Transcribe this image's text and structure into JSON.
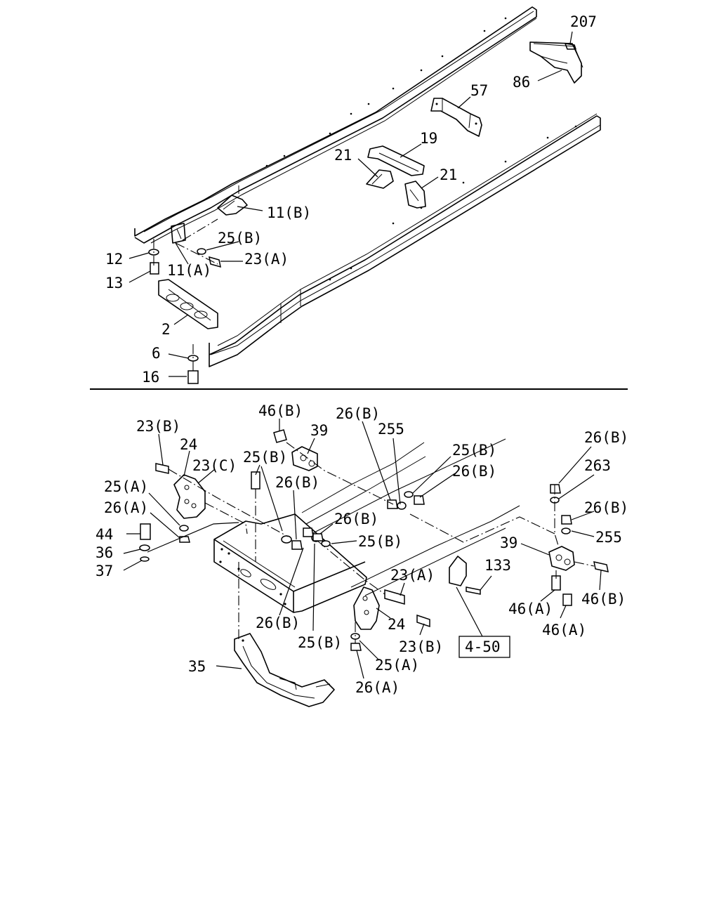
{
  "upper_callouts": [
    "207",
    "86",
    "57",
    "19",
    "21",
    "21",
    "11(B)",
    "25(B)",
    "23(A)",
    "12",
    "11(A)",
    "13",
    "2",
    "6",
    "16"
  ],
  "lower_callouts": [
    "46(B)",
    "39",
    "26(B)",
    "255",
    "23(B)",
    "24",
    "23(C)",
    "25(B)",
    "26(B)",
    "25(B)",
    "26(B)",
    "25(A)",
    "26(A)",
    "44",
    "36",
    "37",
    "26(B)",
    "25(B)",
    "23(A)",
    "133",
    "24",
    "23(B)",
    "26(B)",
    "25(B)",
    "25(A)",
    "26(A)",
    "35",
    "4-50",
    "26(B)",
    "263",
    "26(B)",
    "255",
    "39",
    "46(A)",
    "46(B)",
    "46(A)"
  ]
}
